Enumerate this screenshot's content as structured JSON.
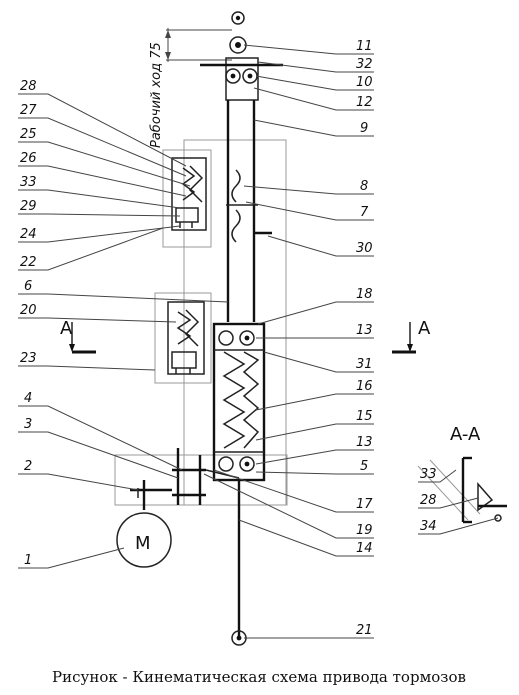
{
  "caption": "Рисунок - Кинематическая схема привода тормозов",
  "working_stroke": "Рабочий ход 75",
  "motor_symbol": "M",
  "section_mark": "A",
  "section_title": "A-A",
  "callouts": [
    {
      "id": "c11",
      "text": "11"
    },
    {
      "id": "c32",
      "text": "32"
    },
    {
      "id": "c10",
      "text": "10"
    },
    {
      "id": "c12",
      "text": "12"
    },
    {
      "id": "c9",
      "text": "9"
    },
    {
      "id": "c8",
      "text": "8"
    },
    {
      "id": "c7",
      "text": "7"
    },
    {
      "id": "c30",
      "text": "30"
    },
    {
      "id": "c18",
      "text": "18"
    },
    {
      "id": "c13a",
      "text": "13"
    },
    {
      "id": "c31",
      "text": "31"
    },
    {
      "id": "c16",
      "text": "16"
    },
    {
      "id": "c15",
      "text": "15"
    },
    {
      "id": "c13b",
      "text": "13"
    },
    {
      "id": "c5",
      "text": "5"
    },
    {
      "id": "c17",
      "text": "17"
    },
    {
      "id": "c19",
      "text": "19"
    },
    {
      "id": "c14",
      "text": "14"
    },
    {
      "id": "c21",
      "text": "21"
    },
    {
      "id": "c28",
      "text": "28"
    },
    {
      "id": "c27",
      "text": "27"
    },
    {
      "id": "c25",
      "text": "25"
    },
    {
      "id": "c26",
      "text": "26"
    },
    {
      "id": "c33",
      "text": "33"
    },
    {
      "id": "c29",
      "text": "29"
    },
    {
      "id": "c24",
      "text": "24"
    },
    {
      "id": "c22",
      "text": "22"
    },
    {
      "id": "c6",
      "text": "6"
    },
    {
      "id": "c20",
      "text": "20"
    },
    {
      "id": "c23",
      "text": "23"
    },
    {
      "id": "c4",
      "text": "4"
    },
    {
      "id": "c3",
      "text": "3"
    },
    {
      "id": "c2",
      "text": "2"
    },
    {
      "id": "c1",
      "text": "1"
    },
    {
      "id": "c33b",
      "text": "33"
    },
    {
      "id": "c28b",
      "text": "28"
    },
    {
      "id": "c34",
      "text": "34"
    }
  ]
}
